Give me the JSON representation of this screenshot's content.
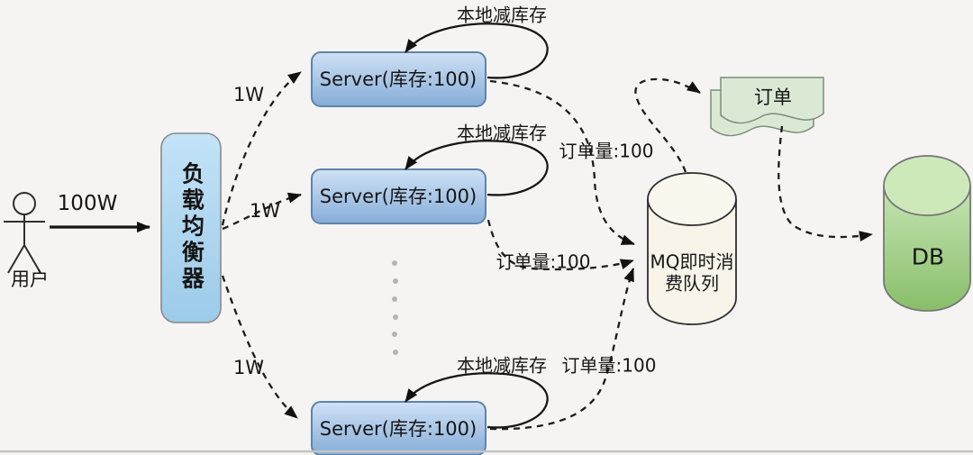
{
  "diagram": {
    "user": {
      "label": "用户"
    },
    "incoming_traffic_label": "100W",
    "load_balancer": {
      "label": "负载均衡器"
    },
    "per_server_traffic_label": "1W",
    "servers": [
      {
        "label": "Server(库存:100)",
        "self_loop_label": "本地减库存",
        "order_volume_label": "订单量:100"
      },
      {
        "label": "Server(库存:100)",
        "self_loop_label": "本地减库存",
        "order_volume_label": "订单量:100"
      },
      {
        "label": "Server(库存:100)",
        "self_loop_label": "本地减库存",
        "order_volume_label": "订单量:100"
      }
    ],
    "message_queue": {
      "label": "MQ即时消费队列",
      "line1": "MQ即时消",
      "line2": "费队列"
    },
    "order_document": {
      "label": "订单"
    },
    "database": {
      "label": "DB"
    },
    "colors": {
      "server_fill": "#a7c8e8",
      "load_balancer_fill": "#aed7f0",
      "mq_fill": "#f8f4e9",
      "order_fill": "#d9e9d4",
      "db_fill": "#9cca7e",
      "line": "#1b1b1b"
    }
  }
}
